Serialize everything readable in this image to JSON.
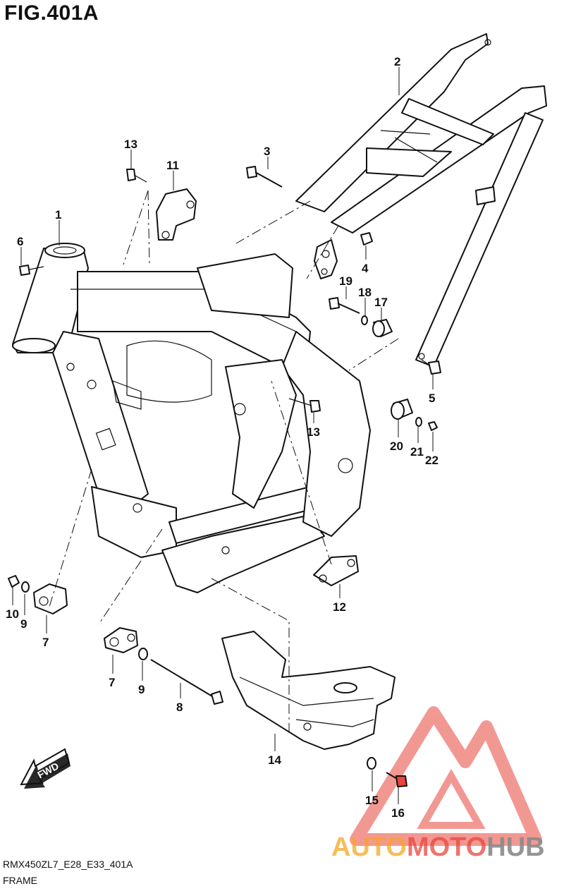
{
  "figure": {
    "title": "FIG.401A",
    "model_code": "RMX450ZL7_E28_E33_401A",
    "section_name": "FRAME"
  },
  "callouts": {
    "c1": "1",
    "c2": "2",
    "c3": "3",
    "c4": "4",
    "c5": "5",
    "c6": "6",
    "c7a": "7",
    "c7b": "7",
    "c8": "8",
    "c9a": "9",
    "c9b": "9",
    "c10": "10",
    "c11": "11",
    "c12": "12",
    "c13a": "13",
    "c13b": "13",
    "c14": "14",
    "c15": "15",
    "c16": "16",
    "c17": "17",
    "c18": "18",
    "c19": "19",
    "c20": "20",
    "c21": "21",
    "c22": "22"
  },
  "direction_arrow": "FWD",
  "watermark": {
    "part1": "AUTO",
    "part2": "MOTO",
    "part3": "HUB",
    "color_orange": "#f5a623",
    "color_red": "#e8453c",
    "color_gray": "#8a8a8a"
  }
}
